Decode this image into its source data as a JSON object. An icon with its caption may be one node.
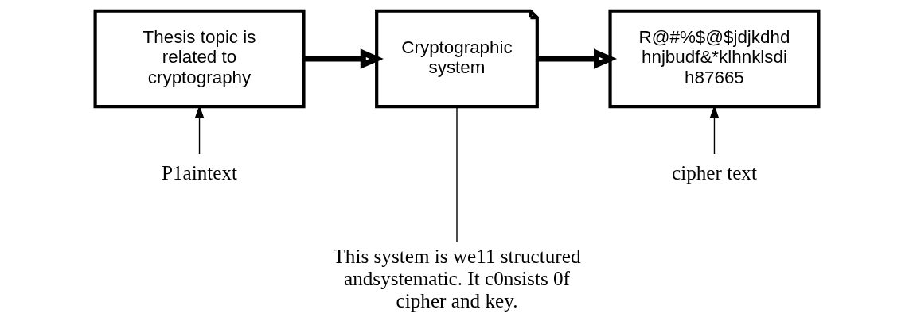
{
  "diagram": {
    "nodes": [
      {
        "text": [
          "Thesis topic is related to cryptography"
        ]
      },
      {
        "text": [
          "Cryptographic system"
        ]
      },
      {
        "text": [
          "R@#%$@$jdjkdhd hnjbudf&*klhnklsdi h87665"
        ]
      },
      {
        "text": [
          "P1aintext"
        ]
      },
      {
        "text": [
          "This system is we11 structured andsystematic. It c0nsists 0f cipher and key."
        ]
      },
      {
        "text": [
          "cipher text"
        ]
      }
    ],
    "edges": [
      {
        "from": 0,
        "to": 1,
        "arrow": "to",
        "style": "thick"
      },
      {
        "from": 1,
        "to": 2,
        "arrow": "to",
        "style": "thick"
      },
      {
        "from": 3,
        "to": 0,
        "arrow": "to"
      },
      {
        "from": 4,
        "to": 1,
        "arrow": "none"
      },
      {
        "from": 5,
        "to": 2,
        "arrow": "to"
      }
    ]
  }
}
